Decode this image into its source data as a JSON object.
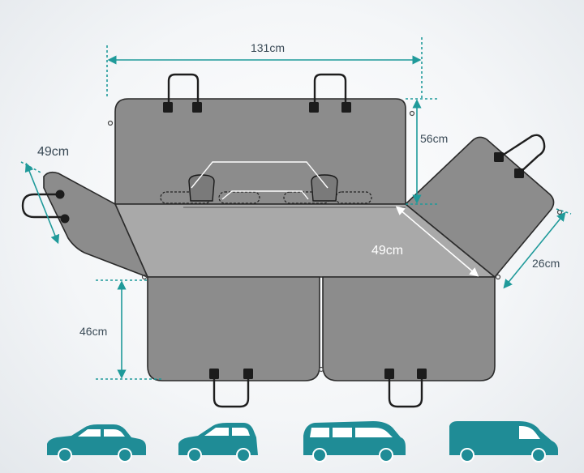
{
  "diagram": {
    "dimensions": {
      "width_top": "131cm",
      "height_back": "56cm",
      "side_left": "49cm",
      "diagonal_center": "49cm",
      "side_right": "26cm",
      "height_front": "46cm"
    },
    "vehicle_icons": [
      "sedan-icon",
      "hatchback-icon",
      "minivan-icon",
      "van-icon"
    ],
    "colors": {
      "accent": "#1f9a9a",
      "panel": "#8c8c8c",
      "seat": "#a9a9a9",
      "vehicle": "#1f8c96"
    }
  }
}
